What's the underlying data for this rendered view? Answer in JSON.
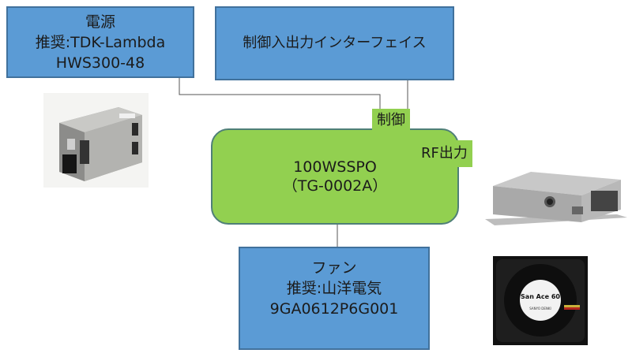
{
  "power_supply": {
    "title": "電源",
    "recommended": "推奨:TDK-Lambda",
    "model": "HWS300-48"
  },
  "control_interface": {
    "label": "制御入出力インターフェイス"
  },
  "main_unit": {
    "name": "100WSSPO",
    "part_number": "（TG-0002A）"
  },
  "ports": {
    "control": "制御",
    "rf_output": "RF出力"
  },
  "fan": {
    "title": "ファン",
    "recommended": "推奨:山洋電気",
    "model": "9GA0612P6G001"
  },
  "images": {
    "psu_photo": "power-supply-photo",
    "amplifier_photo": "amplifier-module-photo",
    "fan_photo": "cooling-fan-photo",
    "fan_label_text": "San Ace 60",
    "fan_label_maker": "SANYO DENKI"
  },
  "colors": {
    "box_blue": "#5b9bd5",
    "box_border": "#41719c",
    "unit_green": "#92d050",
    "unit_border": "#4f7f78",
    "connector": "#555555"
  }
}
